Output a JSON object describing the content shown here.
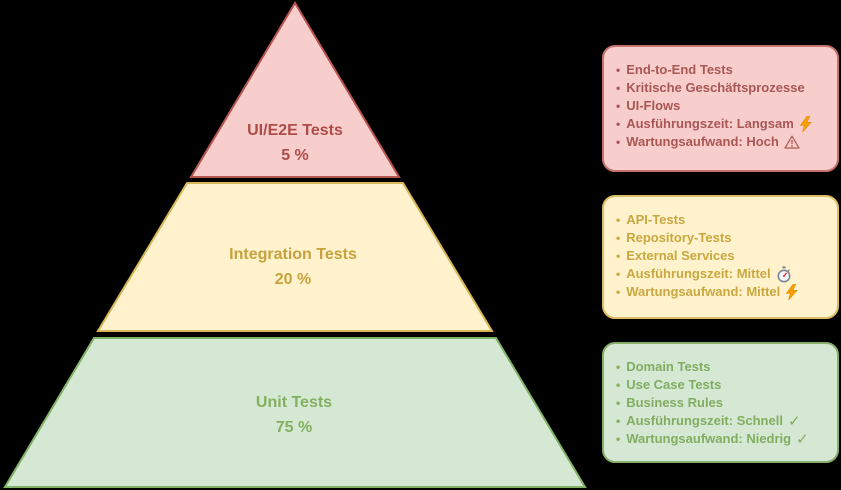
{
  "background_color": "#000000",
  "bullet_char": "•",
  "pyramid": {
    "layers": [
      {
        "id": "ui-e2e",
        "name": "UI/E2E Tests",
        "percentage": "5 %",
        "fill": "#f8cecc",
        "stroke": "#b85450",
        "text_color": "#ae4c4a"
      },
      {
        "id": "integration",
        "name": "Integration Tests",
        "percentage": "20 %",
        "fill": "#fff2cc",
        "stroke": "#d6b656",
        "text_color": "#c7a23c"
      },
      {
        "id": "unit",
        "name": "Unit Tests",
        "percentage": "75 %",
        "fill": "#d5e8d4",
        "stroke": "#82b366",
        "text_color": "#82b05f"
      }
    ]
  },
  "boxes": [
    {
      "id": "ui-e2e",
      "bg": "#f8cecc",
      "border": "#c4726c",
      "text_color": "#a85755",
      "items": [
        {
          "label": "End-to-End Tests"
        },
        {
          "label": "Kritische Geschäftsprozesse"
        },
        {
          "label": "UI-Flows"
        },
        {
          "label": "Ausführungszeit: Langsam",
          "icon": "lightning-icon"
        },
        {
          "label": "Wartungsaufwand: Hoch",
          "icon": "warning-icon"
        }
      ]
    },
    {
      "id": "integration",
      "bg": "#fff2cc",
      "border": "#dcbc62",
      "text_color": "#c9a83f",
      "items": [
        {
          "label": "API-Tests"
        },
        {
          "label": "Repository-Tests"
        },
        {
          "label": "External Services"
        },
        {
          "label": "Ausführungszeit: Mittel",
          "icon": "stopwatch-icon"
        },
        {
          "label": "Wartungsaufwand: Mittel",
          "icon": "lightning-icon"
        }
      ]
    },
    {
      "id": "unit",
      "bg": "#d5e8d4",
      "border": "#87ae6b",
      "text_color": "#82ad61",
      "items": [
        {
          "label": "Domain Tests"
        },
        {
          "label": "Use Case Tests"
        },
        {
          "label": "Business Rules"
        },
        {
          "label": "Ausführungszeit: Schnell",
          "icon": "check-icon"
        },
        {
          "label": "Wartungsaufwand: Niedrig",
          "icon": "check-icon"
        }
      ]
    }
  ],
  "icon_colors": {
    "lightning": "#f7a00c",
    "lightning_edge": "#e08600",
    "stopwatch_body": "#7e8794",
    "stopwatch_face": "#f4f7fa",
    "stopwatch_hand": "#e3342f",
    "check": "inherit"
  }
}
